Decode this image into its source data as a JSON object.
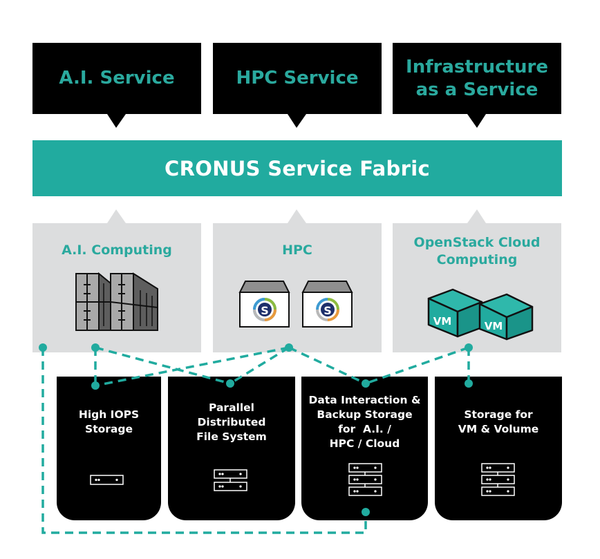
{
  "services": [
    {
      "label_lines": [
        "A.I. Service"
      ]
    },
    {
      "label_lines": [
        "HPC Service"
      ]
    },
    {
      "label_lines": [
        "Infrastructure",
        "as a Service"
      ]
    }
  ],
  "fabric": {
    "label": "CRONUS Service Fabric"
  },
  "computing": [
    {
      "title_lines": [
        "A.I. Computing"
      ],
      "icon": "server-rack-icon"
    },
    {
      "title_lines": [
        "HPC"
      ],
      "icon": "slurm-node-icon"
    },
    {
      "title_lines": [
        "OpenStack Cloud",
        "Computing"
      ],
      "icon": "vm-cube-icon",
      "vm_label": "VM"
    }
  ],
  "storage": [
    {
      "title_lines": [
        "High IOPS",
        "Storage"
      ],
      "icon": "storage-1u-icon"
    },
    {
      "title_lines": [
        "Parallel",
        "Distributed",
        "File System"
      ],
      "icon": "storage-2u-icon"
    },
    {
      "title_lines": [
        "Data Interaction &",
        "Backup Storage",
        "for  A.I. /",
        "HPC / Cloud"
      ],
      "icon": "storage-3u-icon"
    },
    {
      "title_lines": [
        "Storage for",
        "VM & Volume"
      ],
      "icon": "storage-3u-icon"
    }
  ],
  "hpc_logo_letter": "S",
  "colors": {
    "teal": "#21ab9f",
    "teal_text": "#2aa99e",
    "panel_gray": "#dcddde",
    "black": "#000000"
  }
}
